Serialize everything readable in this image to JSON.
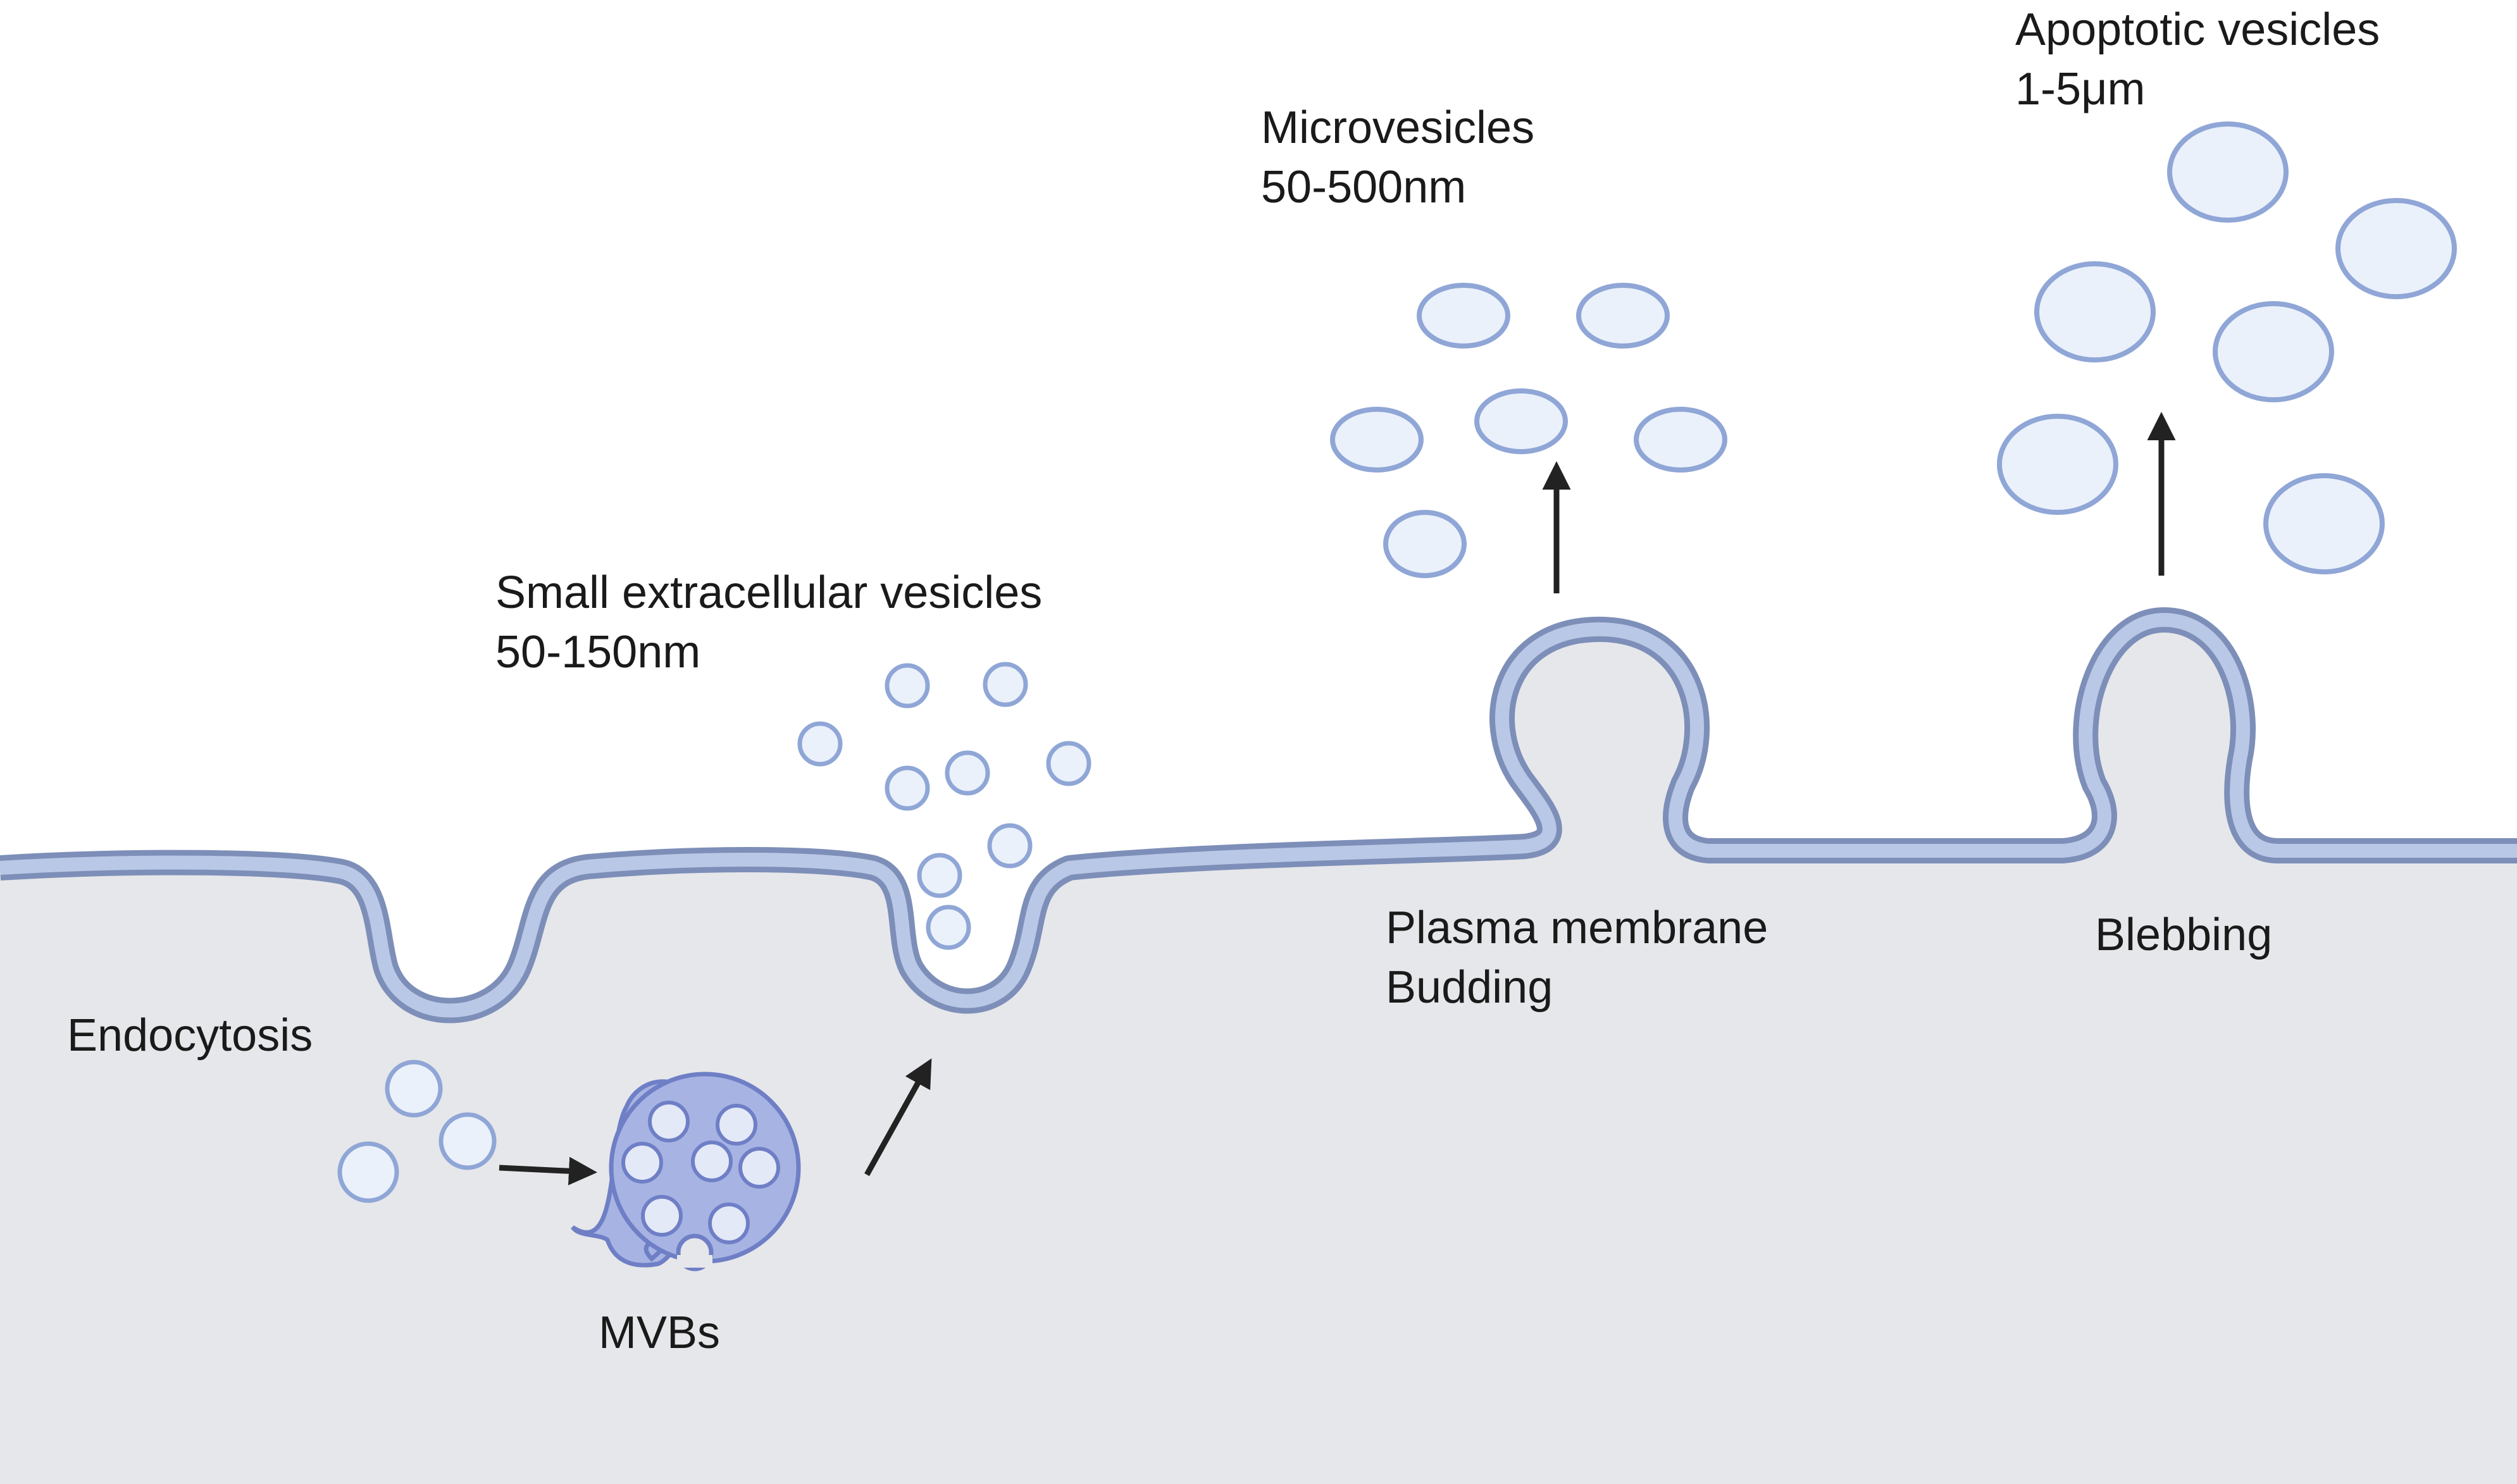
{
  "labels": {
    "sev_title": "Small extracellular vesicles",
    "sev_size": "50-150nm",
    "microvesicles_title": "Microvesicles",
    "microvesicles_size": "50-500nm",
    "apoptotic_title": "Apoptotic vesicles",
    "apoptotic_size": "1-5μm",
    "endocytosis": "Endocytosis",
    "mvbs": "MVBs",
    "plasma_membrane": "Plasma membrane",
    "budding": "Budding",
    "blebbing": "Blebbing"
  },
  "colors": {
    "cytoplasm": "#e6e7ea",
    "membrane_outer": "#7d8fb8",
    "membrane_inner": "#b9c8e6",
    "vesicle_fill": "#eaf1fb",
    "vesicle_stroke": "#8fa6d6",
    "mvb_fill": "#a7b3e2",
    "arrow": "#222222"
  }
}
